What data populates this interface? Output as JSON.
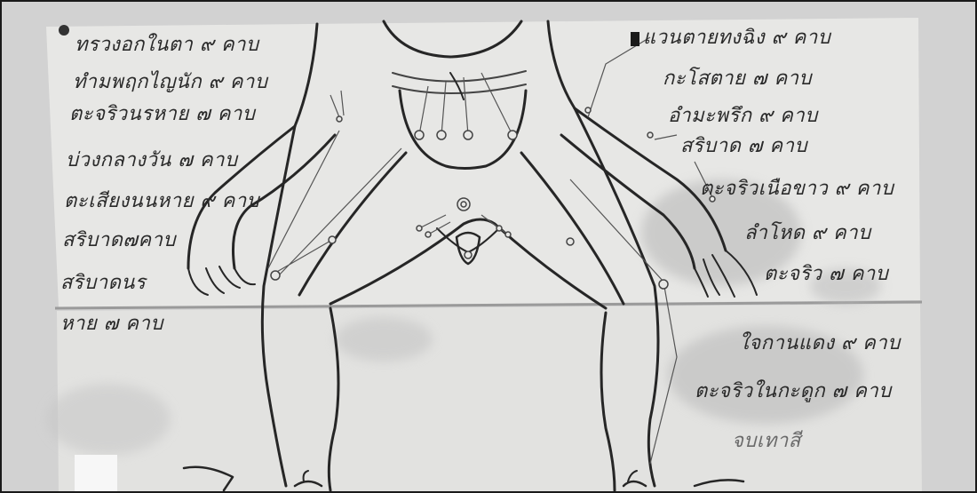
{
  "manuscript": {
    "left_labels": [
      "ทรวงอกในตา ๙ คาบ",
      "ทำมพฤกไญนัก ๙ คาบ",
      "ตะจริวนรหาย ๗ คาบ",
      "บ่วงกลางวัน ๗ คาบ",
      "ตะเสียงนนหาย ๙ คาบ",
      "สริบาด๗คาบ",
      "สริบาดนร",
      "หาย ๗ คาบ"
    ],
    "right_labels": [
      "แวนตายทงฉิง ๙ คาบ",
      "กะโสตาย ๗ คาบ",
      "อำมะพรึก ๙ คาบ",
      "สริบาด ๗ คาบ",
      "ตะจริวเนือขาว ๙ คาบ",
      "ลำโหด ๙ คาบ",
      "ตะจริว ๗ คาบ",
      "ใจกานแดง ๙ คาบ",
      "ตะจริวในกะดูก ๗ คาบ",
      "จบเทาสี"
    ],
    "colors": {
      "paper": "#e6e6e4",
      "ink": "#262626",
      "stain": "#b9b9b9",
      "frame": "#1a1a1a"
    }
  }
}
